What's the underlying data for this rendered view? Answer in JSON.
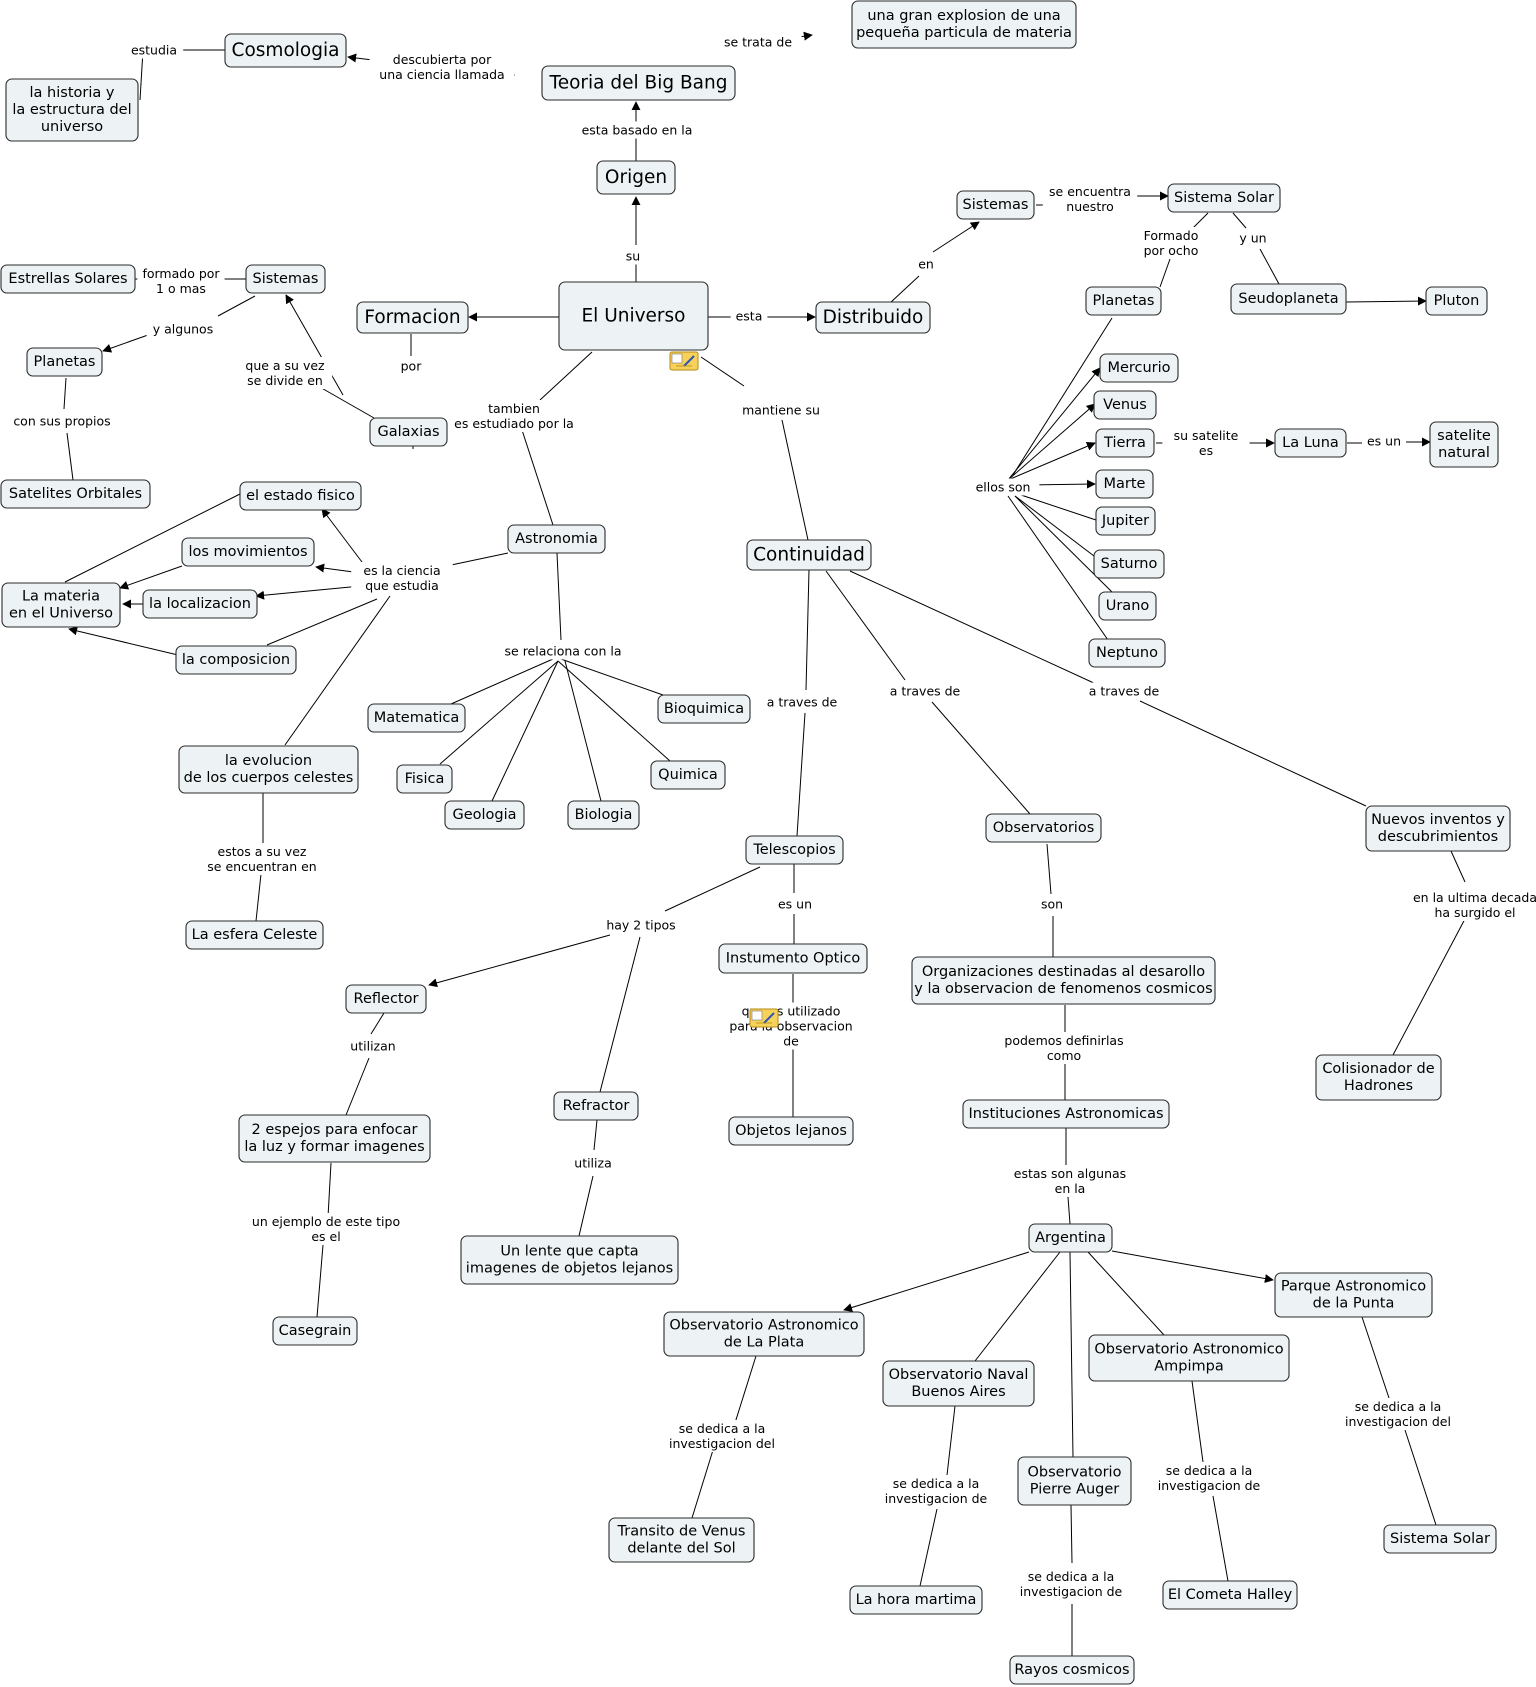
{
  "nodes": [
    {
      "id": "cosmologia",
      "text": [
        "Cosmologia"
      ],
      "big": true
    },
    {
      "id": "big-bang",
      "text": [
        "Teoria del Big Bang"
      ],
      "big": true
    },
    {
      "id": "gran-explosion",
      "text": [
        "una gran explosion de una",
        "pequeña particula de materia"
      ]
    },
    {
      "id": "historia",
      "text": [
        "la historia y",
        "la estructura del",
        "universo"
      ]
    },
    {
      "id": "origen",
      "text": [
        "Origen"
      ],
      "big": true
    },
    {
      "id": "estrellas-solares",
      "text": [
        "Estrellas Solares"
      ]
    },
    {
      "id": "sistemas-izq",
      "text": [
        "Sistemas"
      ]
    },
    {
      "id": "planetas-izq",
      "text": [
        "Planetas"
      ]
    },
    {
      "id": "formacion",
      "text": [
        "Formacion"
      ],
      "big": true
    },
    {
      "id": "universo",
      "text": [
        "El Universo"
      ],
      "big": true
    },
    {
      "id": "distribuido",
      "text": [
        "Distribuido"
      ],
      "big": true
    },
    {
      "id": "sistemas-der",
      "text": [
        "Sistemas"
      ]
    },
    {
      "id": "sistema-solar",
      "text": [
        "Sistema Solar"
      ]
    },
    {
      "id": "planetas-der",
      "text": [
        "Planetas"
      ]
    },
    {
      "id": "seudoplaneta",
      "text": [
        "Seudoplaneta"
      ]
    },
    {
      "id": "pluton",
      "text": [
        "Pluton"
      ]
    },
    {
      "id": "galaxias",
      "text": [
        "Galaxias"
      ]
    },
    {
      "id": "satelites-orbitales",
      "text": [
        "Satelites Orbitales"
      ]
    },
    {
      "id": "mercurio",
      "text": [
        "Mercurio"
      ]
    },
    {
      "id": "venus",
      "text": [
        "Venus"
      ]
    },
    {
      "id": "tierra",
      "text": [
        "Tierra"
      ]
    },
    {
      "id": "luna",
      "text": [
        "La Luna"
      ]
    },
    {
      "id": "satelite-natural",
      "text": [
        "satelite",
        "natural"
      ]
    },
    {
      "id": "marte",
      "text": [
        "Marte"
      ]
    },
    {
      "id": "jupiter",
      "text": [
        "Jupiter"
      ]
    },
    {
      "id": "saturno",
      "text": [
        "Saturno"
      ]
    },
    {
      "id": "urano",
      "text": [
        "Urano"
      ]
    },
    {
      "id": "neptuno",
      "text": [
        "Neptuno"
      ]
    },
    {
      "id": "estado-fisico",
      "text": [
        "el estado fisico"
      ]
    },
    {
      "id": "movimientos",
      "text": [
        "los movimientos"
      ]
    },
    {
      "id": "materia",
      "text": [
        "La materia",
        "en el Universo"
      ]
    },
    {
      "id": "localizacion",
      "text": [
        "la localizacion"
      ]
    },
    {
      "id": "composicion",
      "text": [
        "la composicion"
      ]
    },
    {
      "id": "astronomia",
      "text": [
        "Astronomia"
      ]
    },
    {
      "id": "continuidad",
      "text": [
        "Continuidad"
      ],
      "big": true
    },
    {
      "id": "matematica",
      "text": [
        "Matematica"
      ]
    },
    {
      "id": "bioquimica",
      "text": [
        "Bioquimica"
      ]
    },
    {
      "id": "fisica",
      "text": [
        "Fisica"
      ]
    },
    {
      "id": "quimica",
      "text": [
        "Quimica"
      ]
    },
    {
      "id": "geologia",
      "text": [
        "Geologia"
      ]
    },
    {
      "id": "biologia",
      "text": [
        "Biologia"
      ]
    },
    {
      "id": "evolucion",
      "text": [
        "la evolucion",
        "de los cuerpos celestes"
      ]
    },
    {
      "id": "esfera-celeste",
      "text": [
        "La esfera Celeste"
      ]
    },
    {
      "id": "telescopios",
      "text": [
        "Telescopios"
      ]
    },
    {
      "id": "observatorios",
      "text": [
        "Observatorios"
      ]
    },
    {
      "id": "nuevos-inventos",
      "text": [
        "Nuevos inventos y",
        "descubrimientos"
      ]
    },
    {
      "id": "reflector",
      "text": [
        "Reflector"
      ]
    },
    {
      "id": "instrumento-optico",
      "text": [
        "Instumento Optico"
      ]
    },
    {
      "id": "organizaciones",
      "text": [
        "Organizaciones destinadas al desarollo",
        "y la observacion de fenomenos cosmicos"
      ]
    },
    {
      "id": "colisionador",
      "text": [
        "Colisionador de",
        "Hadrones"
      ]
    },
    {
      "id": "espejos",
      "text": [
        "2 espejos para enfocar",
        "la luz y formar imagenes"
      ]
    },
    {
      "id": "refractor",
      "text": [
        "Refractor"
      ]
    },
    {
      "id": "objetos-lejanos",
      "text": [
        "Objetos lejanos"
      ]
    },
    {
      "id": "instituciones",
      "text": [
        "Instituciones Astronomicas"
      ]
    },
    {
      "id": "lente",
      "text": [
        "Un lente que capta",
        "imagenes de objetos lejanos"
      ]
    },
    {
      "id": "argentina",
      "text": [
        "Argentina"
      ]
    },
    {
      "id": "parque-punta",
      "text": [
        "Parque Astronomico",
        "de la Punta"
      ]
    },
    {
      "id": "obs-la-plata",
      "text": [
        "Observatorio Astronomico",
        "de La Plata"
      ]
    },
    {
      "id": "obs-ampimpa",
      "text": [
        "Observatorio Astronomico",
        "Ampimpa"
      ]
    },
    {
      "id": "obs-naval",
      "text": [
        "Observatorio Naval",
        "Buenos Aires"
      ]
    },
    {
      "id": "casegrain",
      "text": [
        "Casegrain"
      ]
    },
    {
      "id": "obs-auger",
      "text": [
        "Observatorio",
        "Pierre Auger"
      ]
    },
    {
      "id": "transito-venus",
      "text": [
        "Transito de Venus",
        "delante del Sol"
      ]
    },
    {
      "id": "sistema-solar-2",
      "text": [
        "Sistema Solar"
      ]
    },
    {
      "id": "cometa-halley",
      "text": [
        "El Cometa Halley"
      ]
    },
    {
      "id": "hora-martima",
      "text": [
        "La hora martima"
      ]
    },
    {
      "id": "rayos-cosmicos",
      "text": [
        "Rayos cosmicos"
      ]
    }
  ],
  "labels": [
    {
      "id": "estudia",
      "text": [
        "estudia"
      ]
    },
    {
      "id": "descubierta",
      "text": [
        "descubierta por",
        "una ciencia llamada"
      ]
    },
    {
      "id": "se-trata-de",
      "text": [
        "se trata de"
      ]
    },
    {
      "id": "esta-basado",
      "text": [
        "esta basado en la"
      ]
    },
    {
      "id": "su",
      "text": [
        "su"
      ]
    },
    {
      "id": "formado-por-1",
      "text": [
        "formado por",
        "1 o mas"
      ]
    },
    {
      "id": "y-algunos",
      "text": [
        "y algunos"
      ]
    },
    {
      "id": "que-a-su-vez",
      "text": [
        "que a su vez",
        "se divide en"
      ]
    },
    {
      "id": "por",
      "text": [
        "por"
      ]
    },
    {
      "id": "con-sus-propios",
      "text": [
        "con sus propios"
      ]
    },
    {
      "id": "esta",
      "text": [
        "esta"
      ]
    },
    {
      "id": "en",
      "text": [
        "en"
      ]
    },
    {
      "id": "se-encuentra",
      "text": [
        "se encuentra",
        "nuestro"
      ]
    },
    {
      "id": "formado-por-ocho",
      "text": [
        "Formado",
        "por ocho"
      ]
    },
    {
      "id": "y-un",
      "text": [
        "y un"
      ]
    },
    {
      "id": "tambien",
      "text": [
        "tambien",
        "es estudiado por la"
      ]
    },
    {
      "id": "mantiene-su",
      "text": [
        "mantiene su"
      ]
    },
    {
      "id": "ellos-son",
      "text": [
        "ellos son"
      ]
    },
    {
      "id": "su-satelite",
      "text": [
        "su satelite",
        "es"
      ]
    },
    {
      "id": "es-un-luna",
      "text": [
        "es un"
      ]
    },
    {
      "id": "es-la-ciencia",
      "text": [
        "es la ciencia",
        "que estudia"
      ]
    },
    {
      "id": "se-relaciona",
      "text": [
        "se relaciona con la"
      ]
    },
    {
      "id": "a-traves-1",
      "text": [
        "a traves de"
      ]
    },
    {
      "id": "a-traves-2",
      "text": [
        "a traves de"
      ]
    },
    {
      "id": "a-traves-3",
      "text": [
        "a traves de"
      ]
    },
    {
      "id": "estos-a-su-vez",
      "text": [
        "estos a su vez",
        "se encuentran en"
      ]
    },
    {
      "id": "en-la-ultima",
      "text": [
        "en la ultima decada",
        "ha surgido el"
      ]
    },
    {
      "id": "hay-2-tipos",
      "text": [
        "hay 2 tipos"
      ]
    },
    {
      "id": "es-un-tel",
      "text": [
        "es un"
      ]
    },
    {
      "id": "son",
      "text": [
        "son"
      ]
    },
    {
      "id": "utilizan",
      "text": [
        "utilizan"
      ]
    },
    {
      "id": "que-es-utilizado",
      "text": [
        "que es utilizado",
        "para la observacion",
        "de"
      ]
    },
    {
      "id": "podemos",
      "text": [
        "podemos definirlas",
        "como"
      ]
    },
    {
      "id": "utiliza",
      "text": [
        "utiliza"
      ]
    },
    {
      "id": "un-ejemplo",
      "text": [
        "un ejemplo de este tipo",
        "es el"
      ]
    },
    {
      "id": "estas-son",
      "text": [
        "estas son algunas",
        "en la"
      ]
    },
    {
      "id": "dedica-plata",
      "text": [
        "se dedica a la",
        "investigacion del"
      ]
    },
    {
      "id": "dedica-naval",
      "text": [
        "se dedica a la",
        "investigacion de"
      ]
    },
    {
      "id": "dedica-auger",
      "text": [
        "se dedica a la",
        "investigacion de"
      ]
    },
    {
      "id": "dedica-ampimpa",
      "text": [
        "se dedica a la",
        "investigacion de"
      ]
    },
    {
      "id": "dedica-punta",
      "text": [
        "se dedica a la",
        "investigacion del"
      ]
    }
  ]
}
